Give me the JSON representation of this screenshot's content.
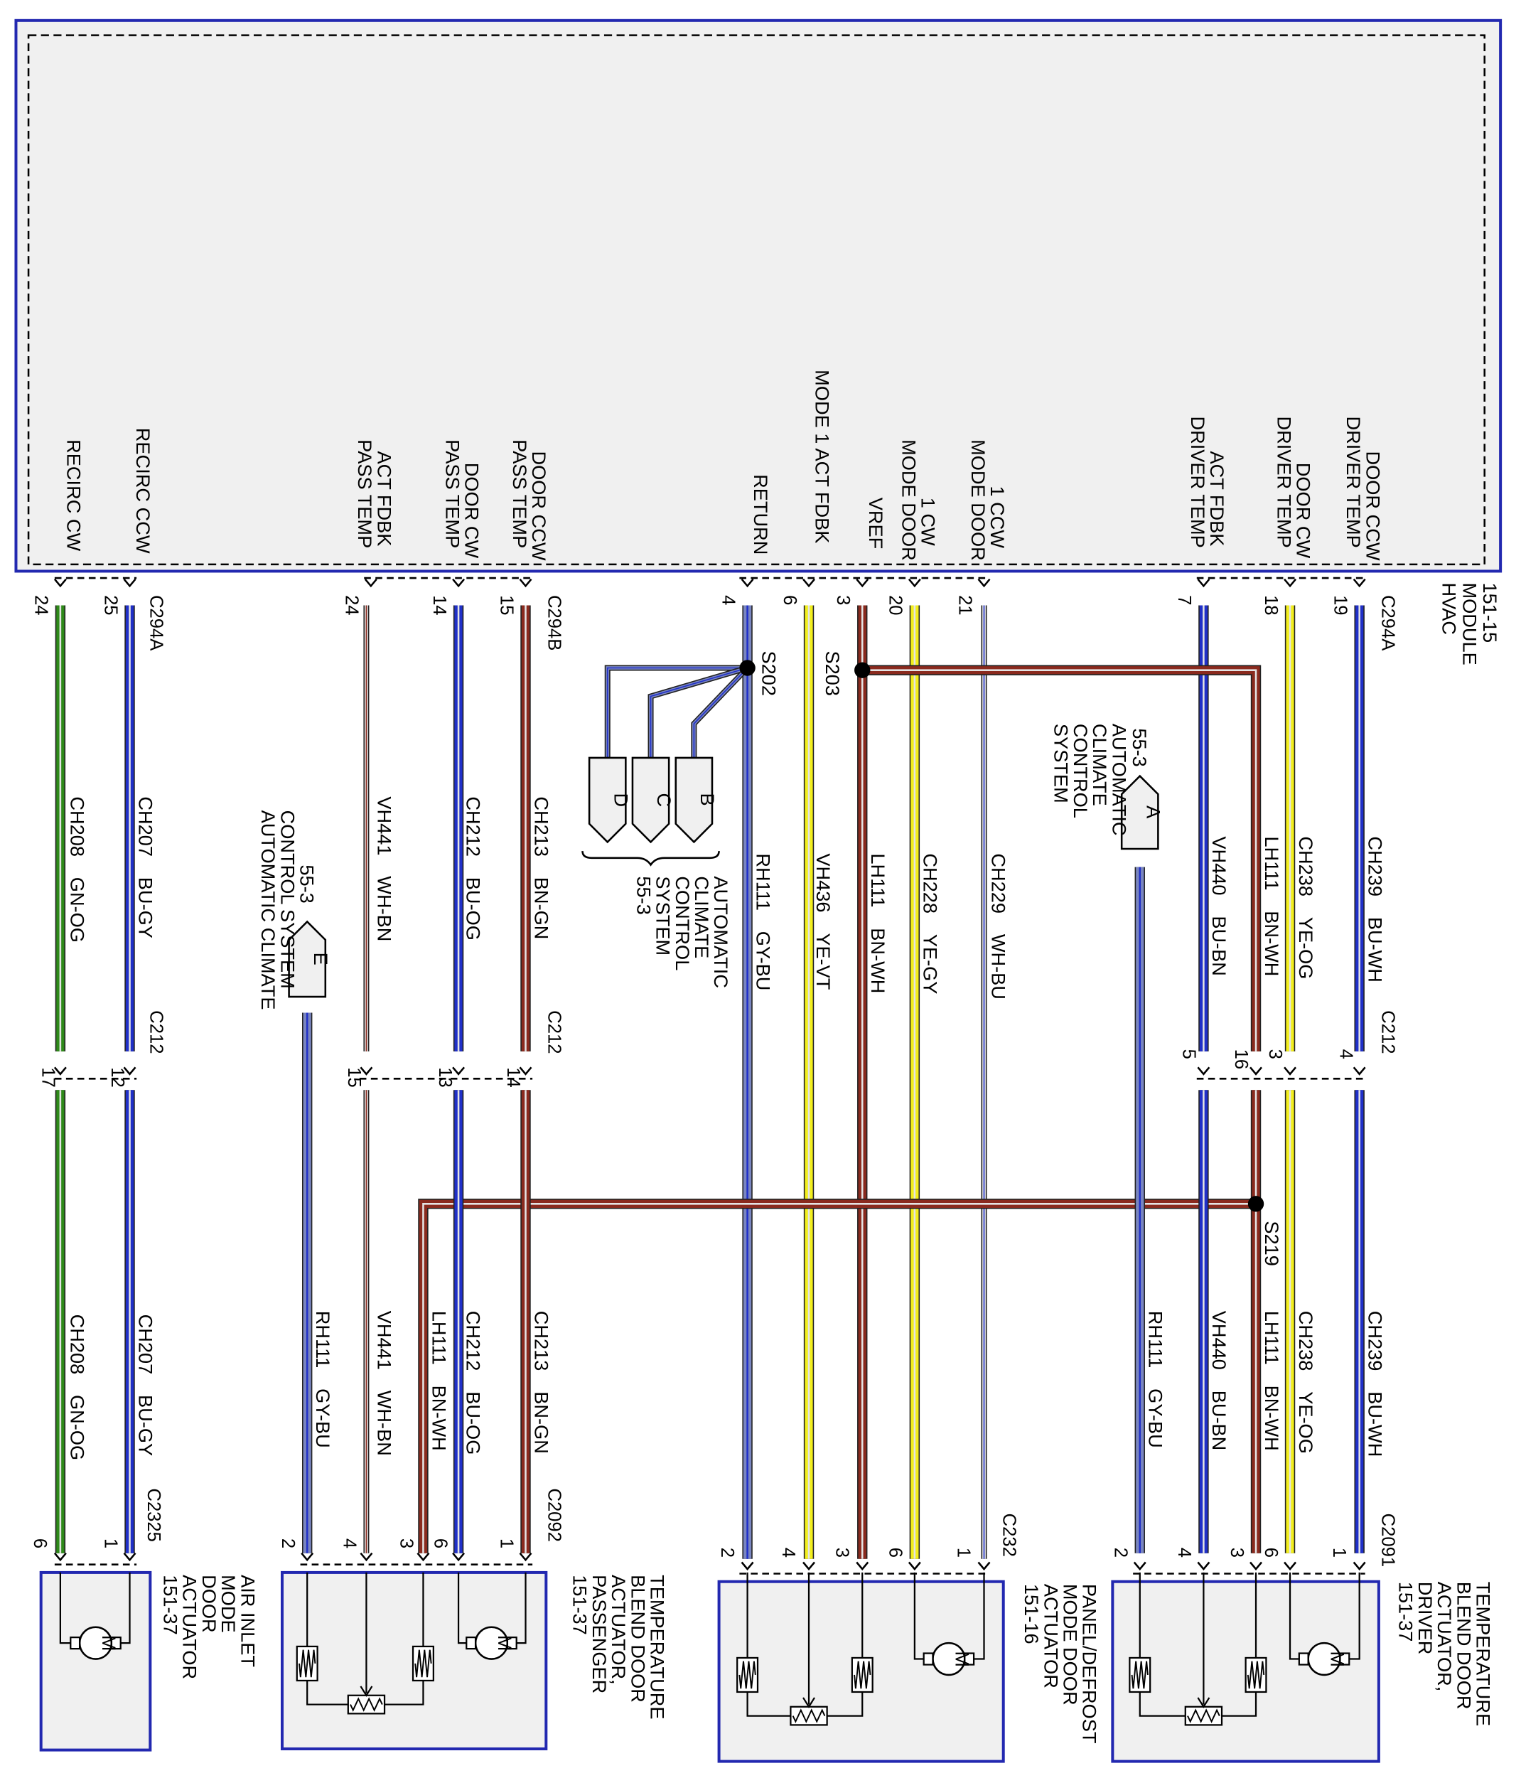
{
  "module": {
    "name_lines": [
      "HVAC",
      "MODULE"
    ],
    "ref": "151-15",
    "connectors": {
      "a_left": "C294A",
      "b": "C294B",
      "a_right": "C294A"
    },
    "pins": [
      {
        "label_lines": [
          "RECIRC CW"
        ],
        "pin": "24"
      },
      {
        "label_lines": [
          "RECIRC CCW"
        ],
        "pin": "25"
      },
      {
        "label_lines": [
          "PASS TEMP",
          "ACT FDBK"
        ],
        "pin": "24"
      },
      {
        "label_lines": [
          "PASS TEMP",
          "DOOR CW"
        ],
        "pin": "14"
      },
      {
        "label_lines": [
          "PASS TEMP",
          "DOOR CCW"
        ],
        "pin": "15"
      },
      {
        "label_lines": [
          "RETURN"
        ],
        "pin": "4"
      },
      {
        "label_lines": [
          "MODE 1 ACT FDBK"
        ],
        "pin": "6"
      },
      {
        "label_lines": [
          "VREF"
        ],
        "pin": "3"
      },
      {
        "label_lines": [
          "MODE DOOR",
          "1 CW"
        ],
        "pin": "20"
      },
      {
        "label_lines": [
          "MODE DOOR",
          "1 CCW"
        ],
        "pin": "21"
      },
      {
        "label_lines": [
          "DRIVER TEMP",
          "ACT FDBK"
        ],
        "pin": "7"
      },
      {
        "label_lines": [
          "DRIVER TEMP",
          "DOOR CW"
        ],
        "pin": "18"
      },
      {
        "label_lines": [
          "DRIVER TEMP",
          "DOOR CCW"
        ],
        "pin": "19"
      }
    ]
  },
  "inline_connector": {
    "name": "C212",
    "pins": [
      "17",
      "12",
      "15",
      "13",
      "14",
      "5",
      "16",
      "3",
      "4"
    ]
  },
  "wires_upper": [
    {
      "circuit": "CH208",
      "color": "GN-OG"
    },
    {
      "circuit": "CH207",
      "color": "BU-GY"
    },
    {
      "circuit": "VH441",
      "color": "WH-BN"
    },
    {
      "circuit": "CH212",
      "color": "BU-OG"
    },
    {
      "circuit": "CH213",
      "color": "BN-GN"
    },
    {
      "circuit": "RH111",
      "color": "GY-BU"
    },
    {
      "circuit": "VH436",
      "color": "YE-VT"
    },
    {
      "circuit": "LH111",
      "color": "BN-WH"
    },
    {
      "circuit": "CH228",
      "color": "YE-GY"
    },
    {
      "circuit": "CH229",
      "color": "WH-BU"
    },
    {
      "circuit": "VH440",
      "color": "BU-BN"
    },
    {
      "circuit": "LH111",
      "color": "BN-WH"
    },
    {
      "circuit": "CH238",
      "color": "YE-OG"
    },
    {
      "circuit": "CH239",
      "color": "BU-WH"
    }
  ],
  "wires_lower": [
    {
      "circuit": "CH208",
      "color": "GN-OG"
    },
    {
      "circuit": "CH207",
      "color": "BU-GY"
    },
    {
      "circuit": "RH111",
      "color": "GY-BU"
    },
    {
      "circuit": "VH441",
      "color": "WH-BN"
    },
    {
      "circuit": "LH111",
      "color": "BN-WH"
    },
    {
      "circuit": "CH212",
      "color": "BU-OG"
    },
    {
      "circuit": "CH213",
      "color": "BN-GN"
    },
    {
      "circuit": "RH111",
      "color": "GY-BU"
    },
    {
      "circuit": "VH440",
      "color": "BU-BN"
    },
    {
      "circuit": "LH111",
      "color": "BN-WH"
    },
    {
      "circuit": "CH238",
      "color": "YE-OG"
    },
    {
      "circuit": "CH239",
      "color": "BU-WH"
    }
  ],
  "splices": [
    "S202",
    "S203",
    "S219"
  ],
  "refs": {
    "left": {
      "page": "55-3",
      "letter": "E",
      "lines": [
        "AUTOMATIC CLIMATE",
        "CONTROL SYSTEM"
      ]
    },
    "middle": {
      "page": "55-3",
      "letters": [
        "D",
        "C",
        "B"
      ],
      "lines": [
        "AUTOMATIC",
        "CLIMATE",
        "CONTROL",
        "SYSTEM"
      ]
    },
    "right": {
      "page": "55-3",
      "letter": "A",
      "lines": [
        "AUTOMATIC",
        "CLIMATE",
        "CONTROL",
        "SYSTEM"
      ]
    }
  },
  "actuators": [
    {
      "connector": "C2325",
      "pins": [
        "6",
        "1"
      ],
      "lines": [
        "AIR INLET",
        "MODE",
        "DOOR",
        "ACTUATOR",
        "151-37"
      ]
    },
    {
      "connector": "C2092",
      "pins": [
        "2",
        "4",
        "3",
        "6",
        "1"
      ],
      "lines": [
        "TEMPERATURE",
        "BLEND DOOR",
        "ACTUATOR,",
        "PASSENGER",
        "151-37"
      ]
    },
    {
      "connector": "C232",
      "pins": [
        "2",
        "4",
        "3",
        "6",
        "1"
      ],
      "lines": [
        "PANEL/DEFROST",
        "MODE DOOR",
        "ACTUATOR",
        "151-16"
      ]
    },
    {
      "connector": "C2091",
      "pins": [
        "2",
        "4",
        "3",
        "6",
        "1"
      ],
      "lines": [
        "TEMPERATURE",
        "BLEND DOOR",
        "ACTUATOR,",
        "DRIVER",
        "151-37"
      ]
    }
  ],
  "motor_symbol": "M",
  "colors": {
    "frame": "#2228b0",
    "green": "#2f8a1a",
    "blue": "#2030c8",
    "brown": "#8a2a1e",
    "yellow": "#f2ee1c",
    "gray": "#7a86c0",
    "white": "#e4e4e4",
    "box_fill": "#f0f0f0"
  }
}
